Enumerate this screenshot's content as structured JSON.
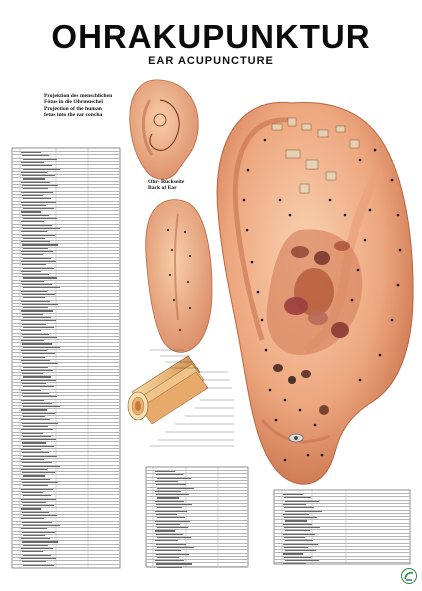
{
  "header": {
    "title": "OHRAKUPUNKTUR",
    "subtitle": "EAR ACUPUNCTURE"
  },
  "fetus_caption": {
    "de_line1": "Projektion des menschlichen",
    "de_line2": "Fötus in die Ohrmuschel",
    "en_line1": "Projection of the human",
    "en_line2": "fetus into the ear concha"
  },
  "back_caption": {
    "de": "Ohr- Rückseite",
    "en": "Back of Ear"
  },
  "logo": {
    "icon": "rudiger-logo-icon",
    "accent": "#1f8f3a"
  },
  "colors": {
    "skin": "#f0b08c",
    "skin_dark": "#d4805c",
    "skin_light": "#f8cfae",
    "point": "#1a1a1a"
  }
}
